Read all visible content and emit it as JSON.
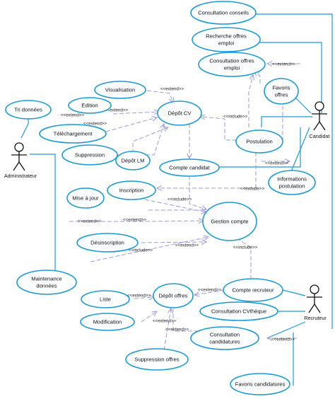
{
  "actors": {
    "administrateur": "Administrateur",
    "candidat": "Candidat",
    "recruteur": "Recruteur"
  },
  "use_cases": {
    "consultation_conseils": "Consultation conseils",
    "recherche_offres": [
      "Recherche offres",
      "emploi"
    ],
    "consultation_offres": [
      "Consultation offres",
      "emploi"
    ],
    "favoris_offres": [
      "Favoris",
      "offres"
    ],
    "visualisation": "Visualisation",
    "edition": "Edition",
    "tri_donnees": "Tri données",
    "telechargement": "Téléchargement",
    "depot_cv": "Dépôt CV",
    "suppression": "Suppression",
    "depot_lm": "Dépôt LM",
    "postulation": "Postulation",
    "compte_candidat": "Compte candidat",
    "informations_postulation": [
      "Informations",
      "postulation"
    ],
    "mise_a_jour": "Mise à jour",
    "inscription": "Inscription",
    "gestion_compte": "Gestion compte",
    "desinscription": "Désinscription",
    "maintenance_donnees": [
      "Maintenance",
      "données"
    ],
    "liste": "Liste",
    "depot_offres": "Dépôt offres",
    "compte_recruteur": "Compte recruteur",
    "consultation_cvtheque": "Consultation CVthèque",
    "modification": "Modification",
    "consultation_candidatures": [
      "Consultation",
      "candidatures"
    ],
    "suppression_offres": "Suppression offres",
    "favoris_candidatures": "Favoris candidatures"
  },
  "stereotypes": {
    "extend": "<<extend>>",
    "include": "<<include>>"
  }
}
